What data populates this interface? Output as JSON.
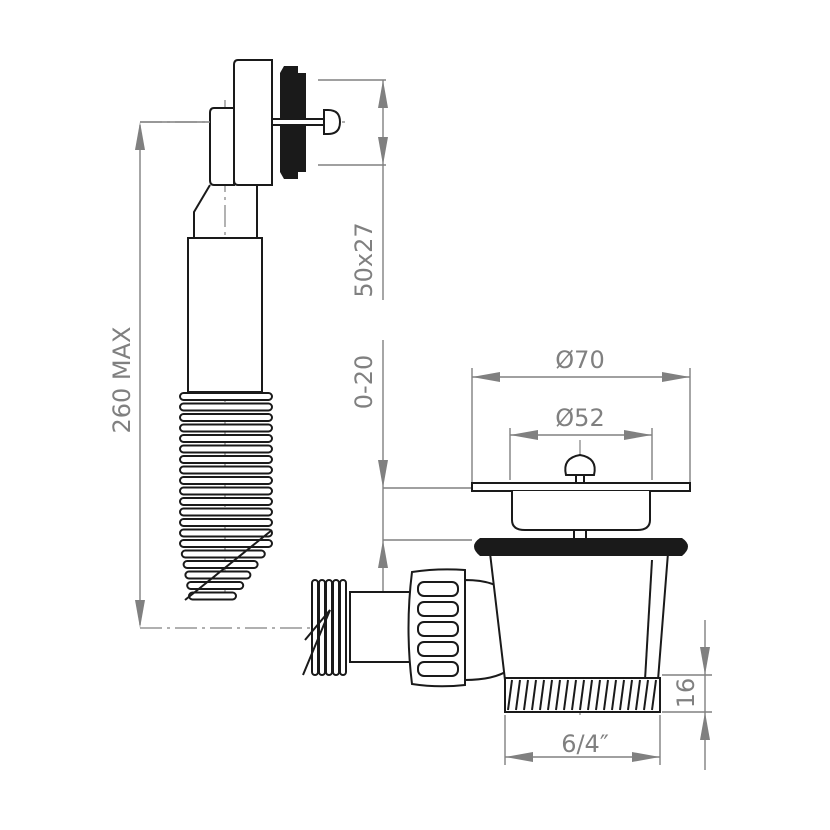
{
  "dimensions": {
    "total_length": "260  MAX",
    "overflow_size": "50x27",
    "adjustment": "0-20",
    "outer_diameter": "Ø70",
    "inner_diameter": "Ø52",
    "thread_height": "16",
    "thread_size": "6/4″"
  },
  "colors": {
    "line": "#1a1a1a",
    "dimension": "#808080"
  }
}
